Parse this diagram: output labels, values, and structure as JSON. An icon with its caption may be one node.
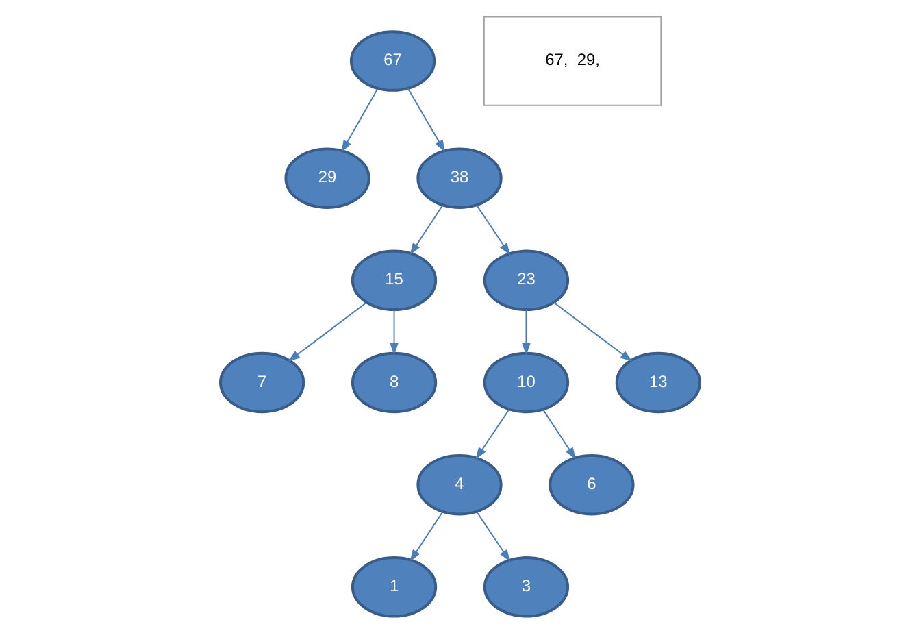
{
  "diagram": {
    "nodes": [
      {
        "text": [
          "67"
        ]
      },
      {
        "text": [
          "29"
        ]
      },
      {
        "text": [
          "38"
        ]
      },
      {
        "text": [
          "15"
        ]
      },
      {
        "text": [
          "23"
        ]
      },
      {
        "text": [
          "7"
        ]
      },
      {
        "text": [
          "8"
        ]
      },
      {
        "text": [
          "10"
        ]
      },
      {
        "text": [
          "13"
        ]
      },
      {
        "text": [
          "4"
        ]
      },
      {
        "text": [
          "6"
        ]
      },
      {
        "text": [
          "1"
        ]
      },
      {
        "text": [
          "3"
        ]
      },
      {
        "text": [
          "67,  29,"
        ]
      }
    ],
    "edges": [
      {
        "from": 0,
        "to": 1,
        "arrow": "to"
      },
      {
        "from": 0,
        "to": 2,
        "arrow": "to"
      },
      {
        "from": 2,
        "to": 3,
        "arrow": "to"
      },
      {
        "from": 2,
        "to": 4,
        "arrow": "to"
      },
      {
        "from": 3,
        "to": 5,
        "arrow": "to"
      },
      {
        "from": 3,
        "to": 6,
        "arrow": "to"
      },
      {
        "from": 4,
        "to": 7,
        "arrow": "to"
      },
      {
        "from": 4,
        "to": 8,
        "arrow": "to"
      },
      {
        "from": 7,
        "to": 9,
        "arrow": "to"
      },
      {
        "from": 7,
        "to": 10,
        "arrow": "to"
      },
      {
        "from": 9,
        "to": 11,
        "arrow": "to"
      },
      {
        "from": 9,
        "to": 12,
        "arrow": "to"
      }
    ]
  }
}
